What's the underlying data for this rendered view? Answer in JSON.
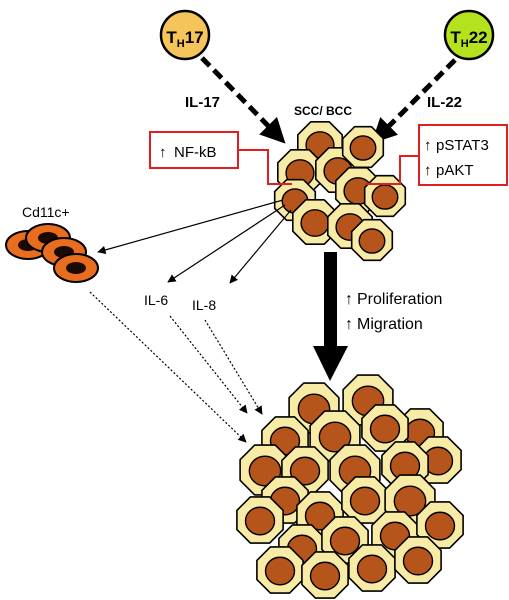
{
  "th17": {
    "main": "T",
    "sub": "H",
    "rest": "17",
    "fill": "#f5c45a"
  },
  "th22": {
    "main": "T",
    "sub": "H",
    "rest": "22",
    "fill": "#b5e21f"
  },
  "il17_label": "IL-17",
  "il22_label": "IL-22",
  "tumor_label": "SCC/ BCC",
  "nfkb_box": {
    "arrow": "↑",
    "text": "NF-kB"
  },
  "pstat_box": {
    "line1": "pSTAT3",
    "line2": "pAKT",
    "arrow": "↑"
  },
  "cd11c_label": "Cd11c+",
  "il6_label": "IL-6",
  "il8_label": "IL-8",
  "outcomes": {
    "arrow": "↑",
    "line1": "Proliferation",
    "line2": "Migration"
  },
  "colors": {
    "cell_fill": "#f8eba6",
    "nucleus_fill": "#b5541b",
    "dc_fill": "#e96d1e",
    "box_stroke": "#e02020"
  }
}
